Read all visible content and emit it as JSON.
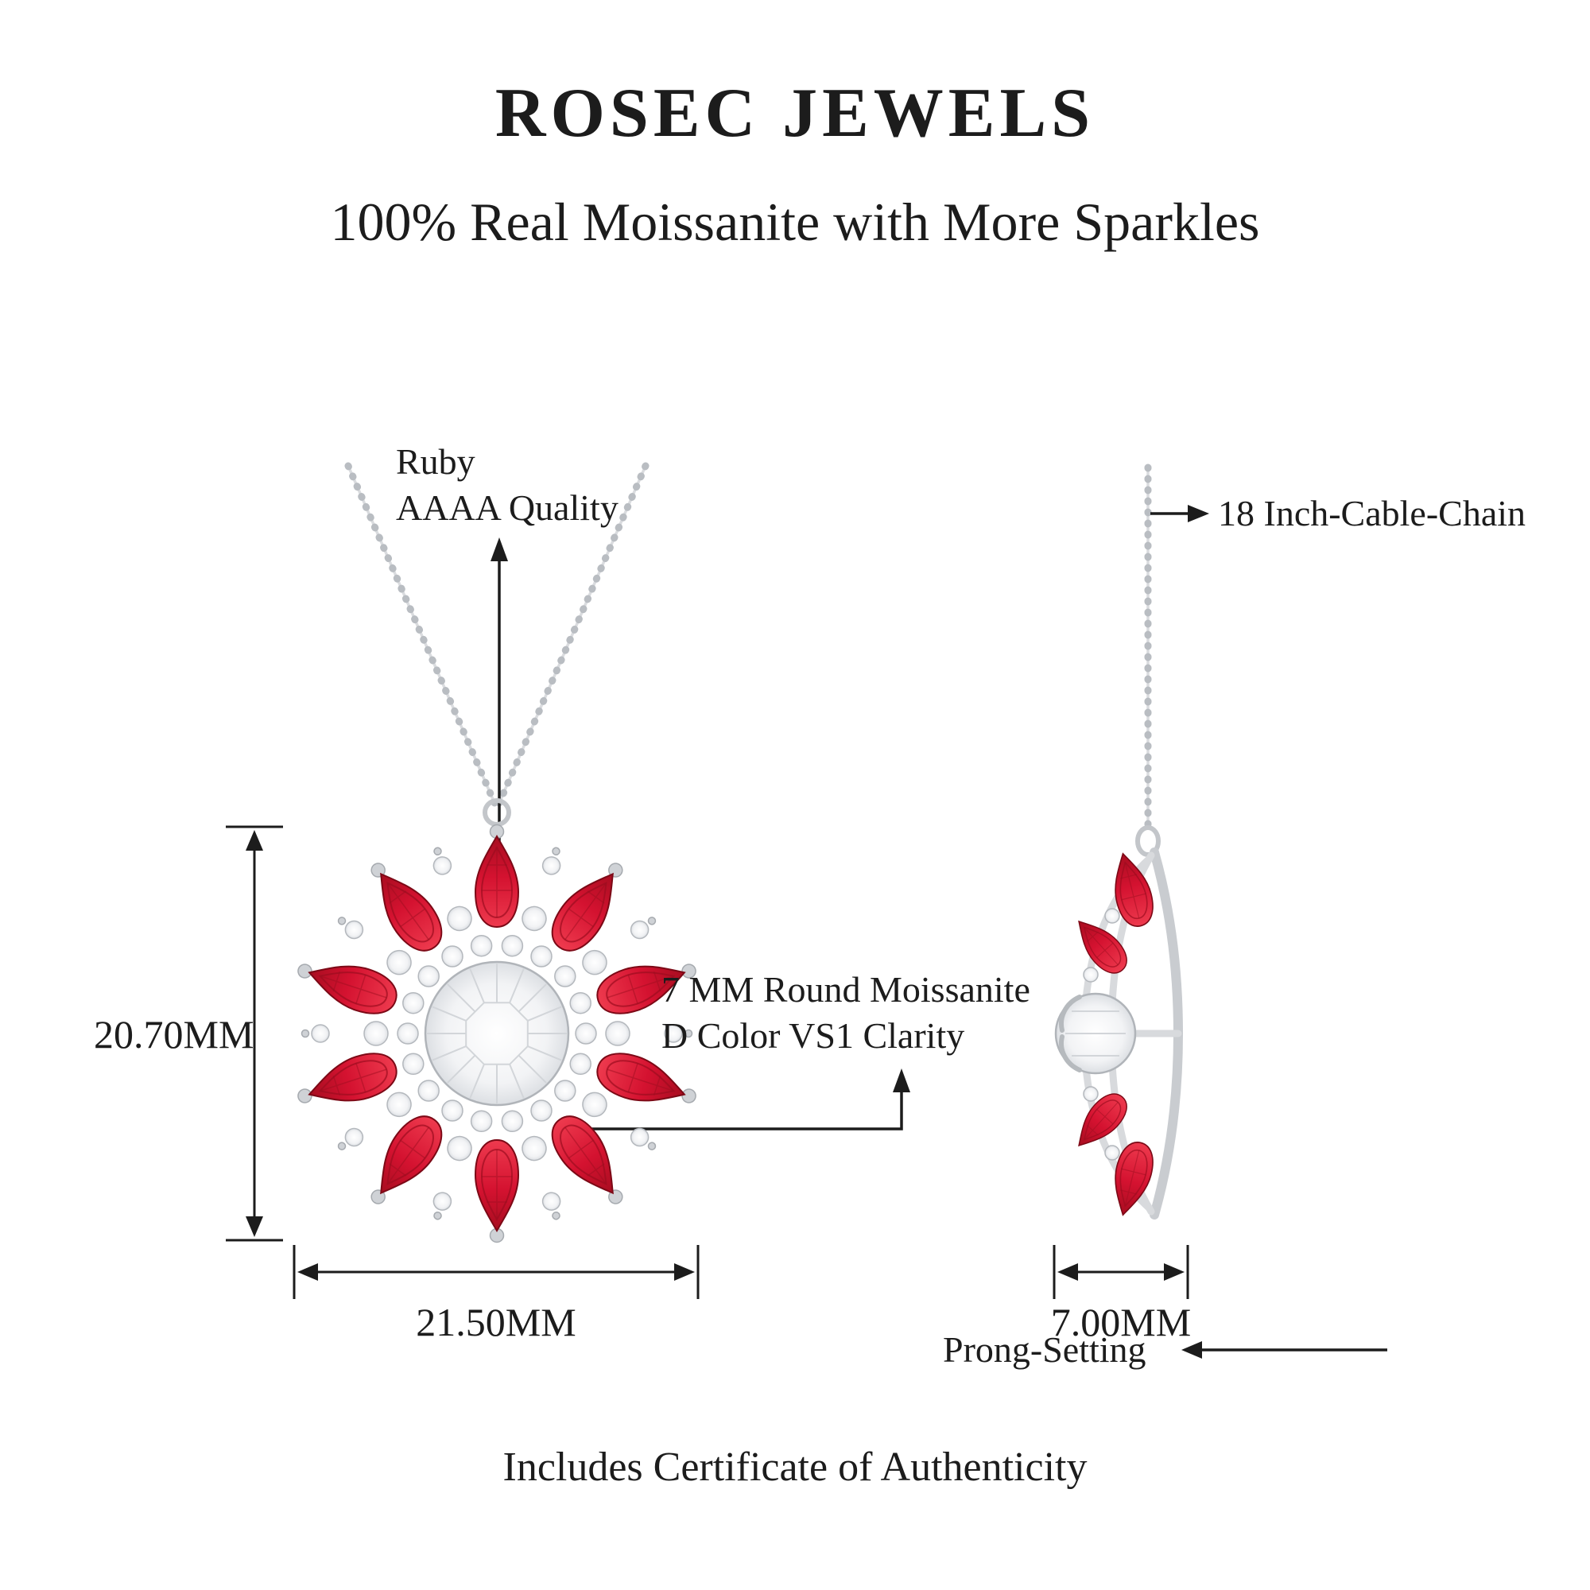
{
  "header": {
    "brand": "ROSEC JEWELS",
    "tagline": "100% Real Moissanite with More Sparkles"
  },
  "annotations": {
    "ruby_quality": {
      "line1": "Ruby",
      "line2": "AAAA Quality"
    },
    "center_stone": {
      "line1": "7 MM Round Moissanite",
      "line2": "D Color VS1 Clarity"
    },
    "chain": {
      "label": "18 Inch-Cable-Chain"
    },
    "setting": {
      "label": "Prong-Setting"
    }
  },
  "dimensions": {
    "pendant_height": "20.70MM",
    "pendant_width": "21.50MM",
    "pendant_depth": "7.00MM"
  },
  "footer": {
    "note": "Includes Certificate of Authenticity"
  },
  "illustration": {
    "views": [
      "pendant-front-view",
      "pendant-side-view"
    ],
    "colors": {
      "ruby": "#d41230",
      "ruby_dark": "#8c0a1c",
      "metal": "#c9ccd0",
      "diamond_white": "#f4f5f7",
      "ink": "#1c1c1c",
      "background": "#ffffff"
    }
  }
}
